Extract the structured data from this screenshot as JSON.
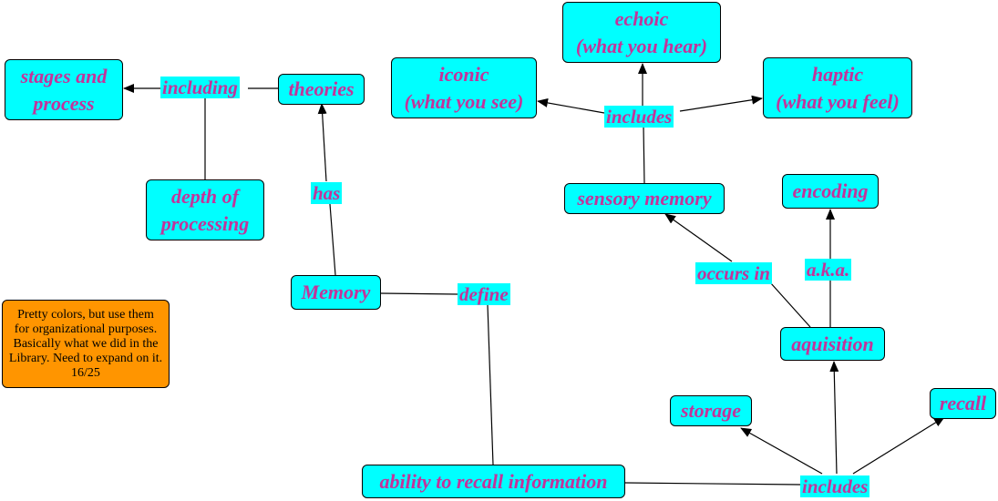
{
  "colors": {
    "node_fill": "#00ffff",
    "node_text": "#c2349b",
    "note_fill": "#ff9500",
    "line": "#000000"
  },
  "nodes": {
    "stages": [
      "stages and",
      "process"
    ],
    "theories": [
      "theories"
    ],
    "depth": [
      "depth of",
      "processing"
    ],
    "memory": [
      "Memory"
    ],
    "iconic": [
      "iconic",
      "(what you see)"
    ],
    "echoic": [
      "echoic",
      "(what you hear)"
    ],
    "haptic": [
      "haptic",
      "(what you feel)"
    ],
    "sensory": [
      "sensory memory"
    ],
    "encoding": [
      "encoding"
    ],
    "aquisition": [
      "aquisition"
    ],
    "storage": [
      "storage"
    ],
    "recall": [
      "recall"
    ],
    "ability": [
      "ability to recall information"
    ]
  },
  "labels": {
    "including": "including",
    "has": "has",
    "define": "define",
    "includes_top": "includes",
    "occurs_in": "occurs in",
    "aka": "a.k.a.",
    "includes_bottom": "includes"
  },
  "note": [
    "Pretty colors, but use them",
    "for organizational purposes.",
    "Basically what we did in the",
    "Library. Need to expand on it.",
    "16/25"
  ]
}
